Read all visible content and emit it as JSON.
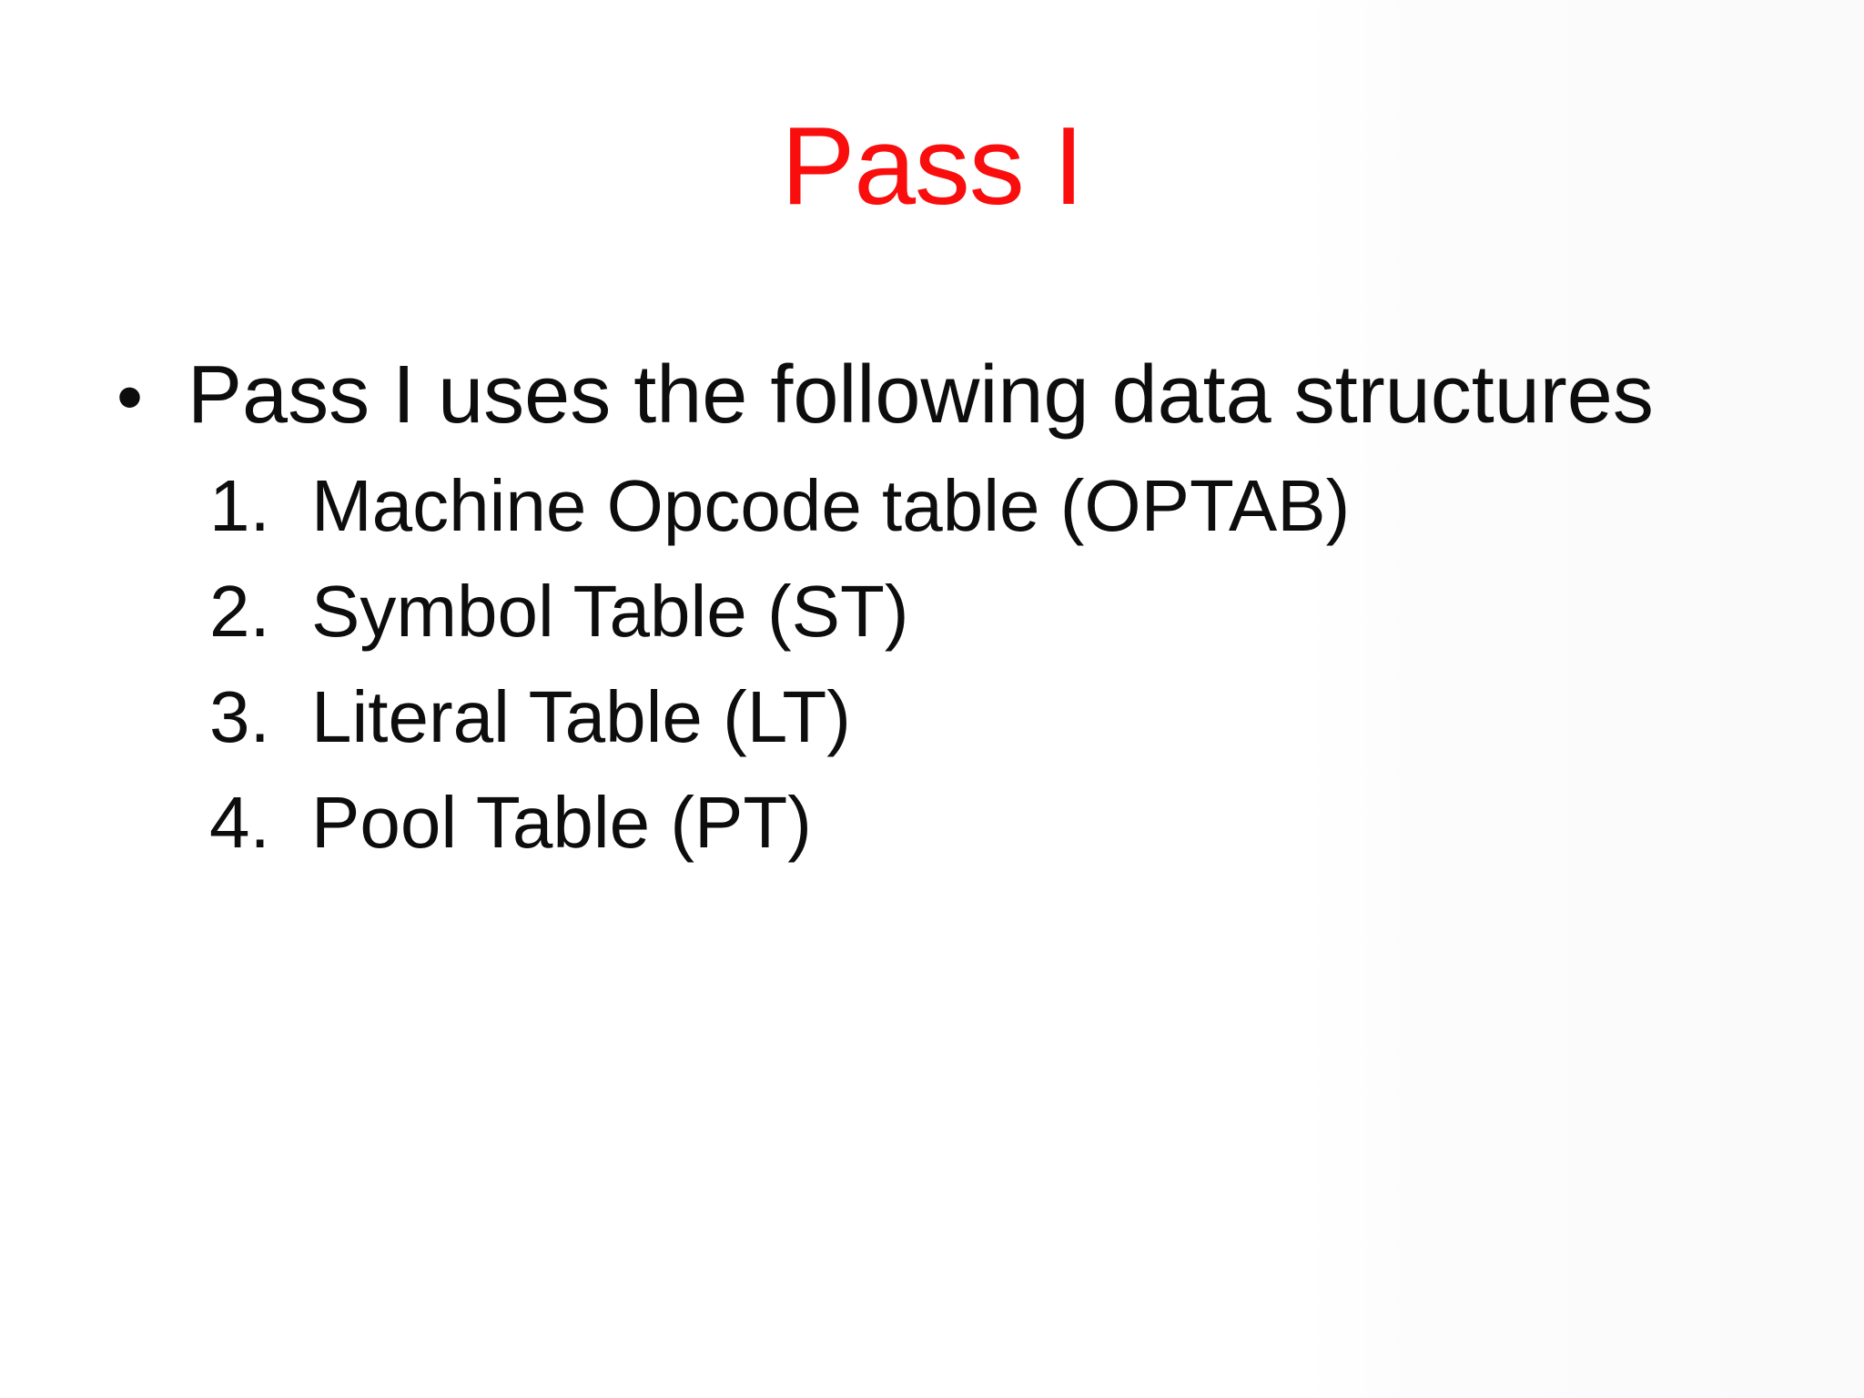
{
  "slide": {
    "title": "Pass I",
    "title_color": "#FA0D0D",
    "text_color": "#0d0d0d",
    "bullet_marker": "•",
    "bullet_text": "Pass I uses the following data structures",
    "items": [
      {
        "number": "1.",
        "text": "Machine Opcode table (OPTAB)"
      },
      {
        "number": "2.",
        "text": "Symbol Table (ST)"
      },
      {
        "number": "3.",
        "text": "Literal Table (LT)"
      },
      {
        "number": "4.",
        "text": "Pool Table (PT)"
      }
    ]
  }
}
